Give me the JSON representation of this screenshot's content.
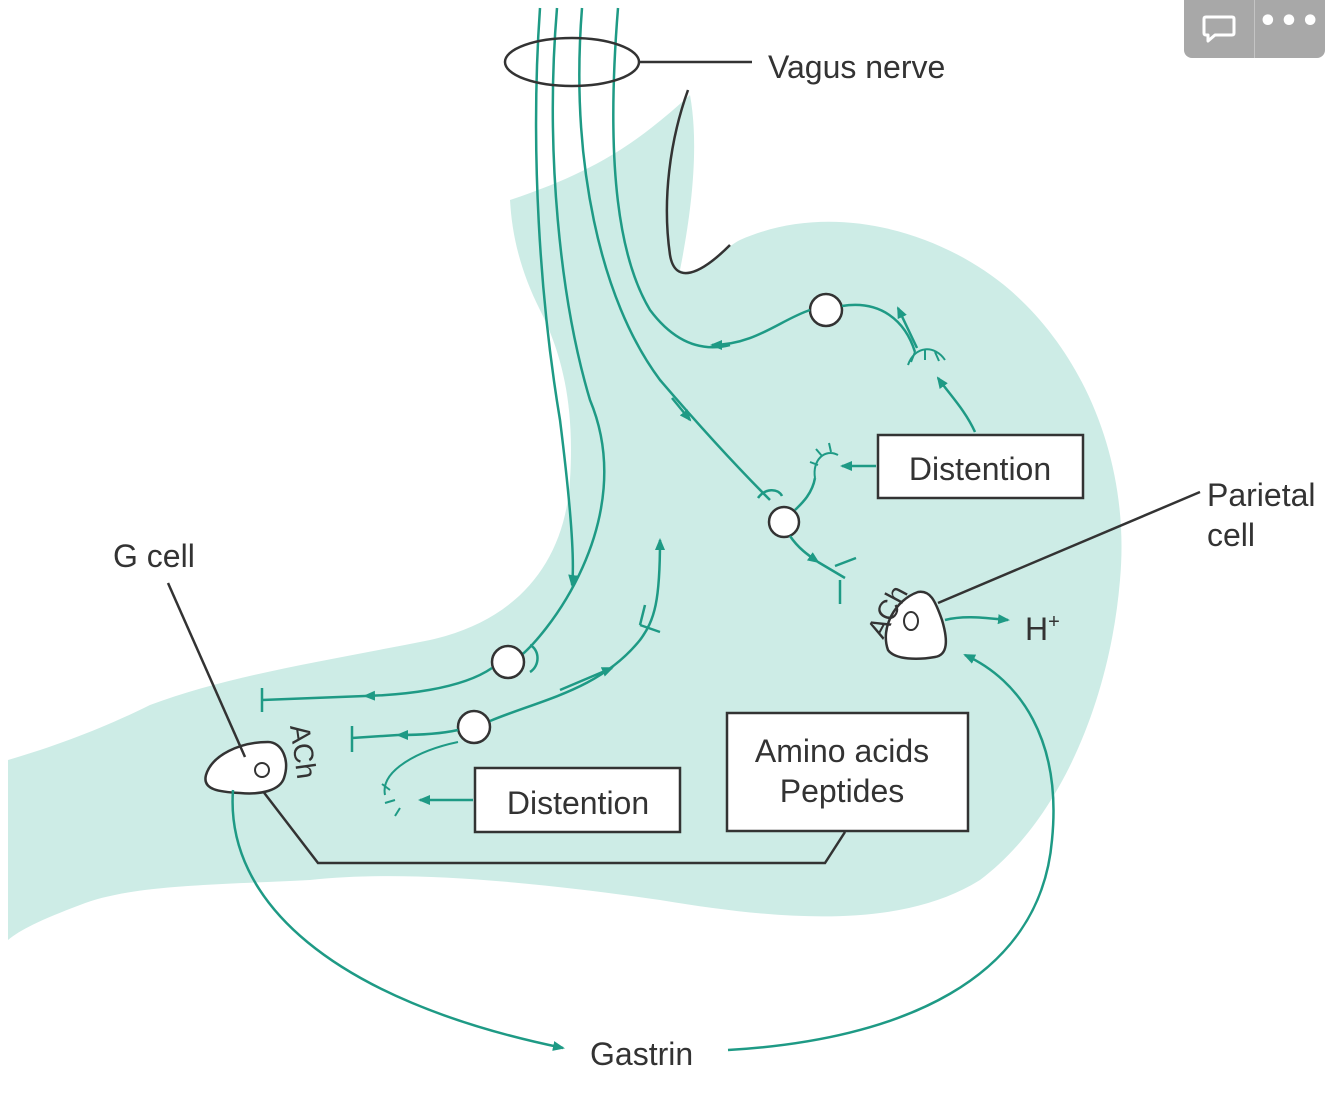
{
  "labels": {
    "vagus_nerve": "Vagus nerve",
    "g_cell": "G cell",
    "parietal_cell_line1": "Parietal",
    "parietal_cell_line2": "cell",
    "distention_upper": "Distention",
    "distention_lower": "Distention",
    "amino_acids": "Amino acids",
    "peptides": "Peptides",
    "ach_parietal": "ACh",
    "ach_gcell": "ACh",
    "h_plus": "H",
    "h_plus_sup": "+",
    "gastrin": "Gastrin"
  },
  "colors": {
    "stomach_fill": "#cdece6",
    "nerve": "#1e9a85",
    "outline": "#333333"
  },
  "toolbar": {
    "comment_icon": "speech-bubble-icon",
    "more_icon": "more-dots-icon",
    "more_label": "•••"
  }
}
